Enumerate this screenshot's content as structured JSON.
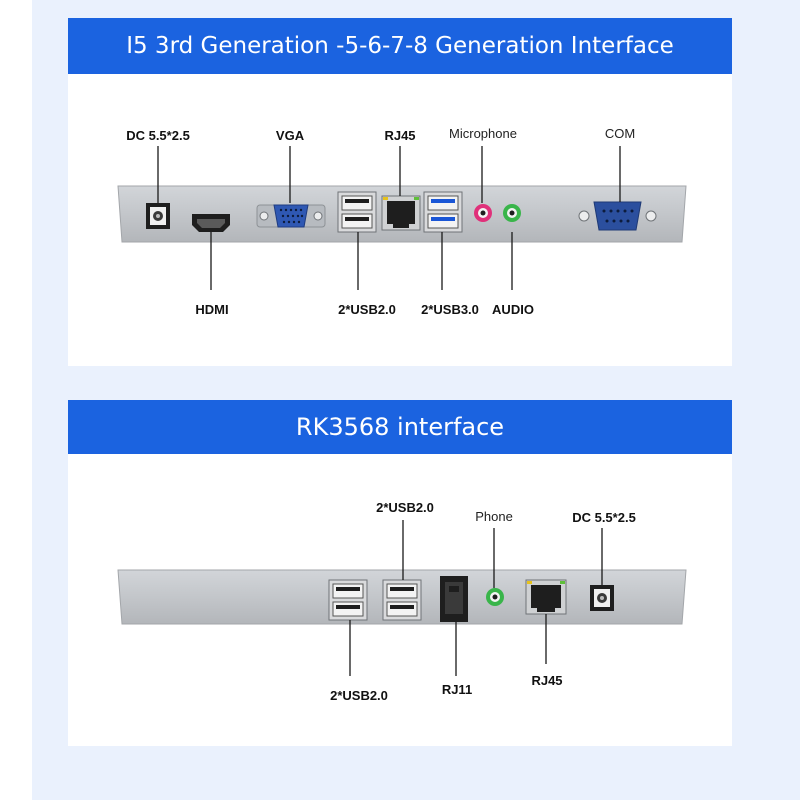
{
  "sections": [
    {
      "title": "I5 3rd Generation -5-6-7-8 Generation Interface",
      "labels": {
        "dc": "DC 5.5*2.5",
        "vga": "VGA",
        "rj45": "RJ45",
        "microphone": "Microphone",
        "com": "COM",
        "hdmi": "HDMI",
        "usb20": "2*USB2.0",
        "usb30": "2*USB3.0",
        "audio": "AUDIO"
      }
    },
    {
      "title": "RK3568 interface",
      "labels": {
        "usb20_top": "2*USB2.0",
        "phone": "Phone",
        "dc": "DC 5.5*2.5",
        "usb20_bottom": "2*USB2.0",
        "rj11": "RJ11",
        "rj45": "RJ45"
      }
    }
  ],
  "colors": {
    "header": "#1b63e0",
    "background": "#eaf1fd",
    "panel": "#c4c7cb",
    "usb3_blue": "#1a56d6",
    "mic_pink": "#e0307a",
    "audio_green": "#39b54a",
    "com_blue": "#2b4f9e"
  }
}
